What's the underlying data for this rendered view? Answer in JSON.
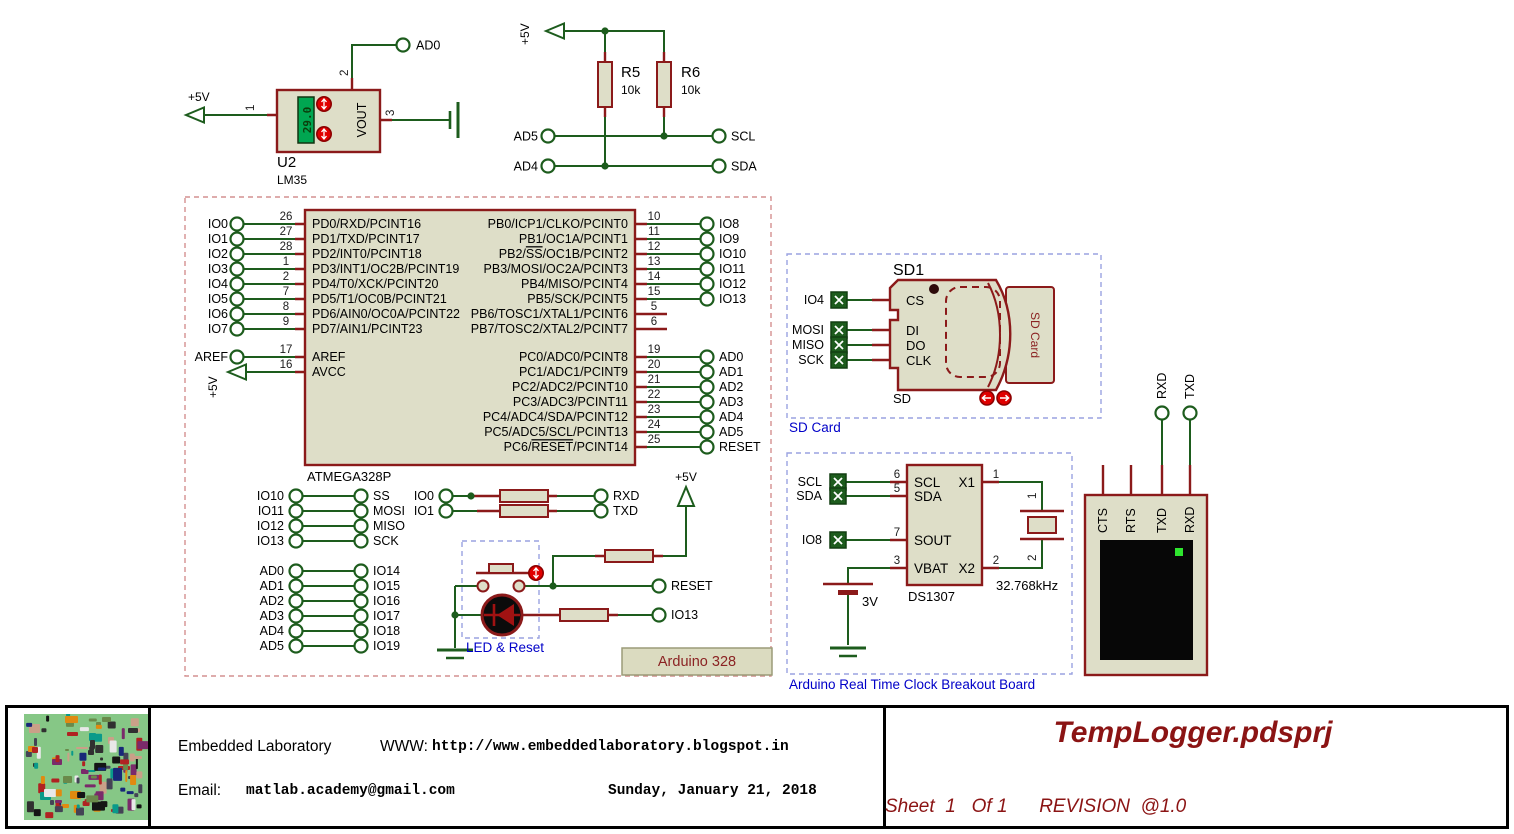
{
  "schematic": {
    "lm35": {
      "ref": "U2",
      "part": "LM35",
      "reading": "29.0",
      "rail": "+5V",
      "net_out": "AD0",
      "pin1": "1",
      "pin2": "2",
      "pin3": "3",
      "vout": "VOUT"
    },
    "pullups": {
      "rail": "+5V",
      "r5_ref": "R5",
      "r5_val": "10k",
      "r6_ref": "R6",
      "r6_val": "10k",
      "ad5": "AD5",
      "ad4": "AD4",
      "scl": "SCL",
      "sda": "SDA"
    },
    "mcu": {
      "name": "ATMEGA328P",
      "section_label": "Arduino 328",
      "aref": {
        "net": "AREF",
        "num": "17",
        "name": "AREF"
      },
      "avcc": {
        "rail": "+5V",
        "num": "16",
        "name": "AVCC"
      },
      "left": [
        {
          "net": "IO0",
          "num": "26",
          "name": "PD0/RXD/PCINT16"
        },
        {
          "net": "IO1",
          "num": "27",
          "name": "PD1/TXD/PCINT17"
        },
        {
          "net": "IO2",
          "num": "28",
          "name": "PD2/INT0/PCINT18"
        },
        {
          "net": "IO3",
          "num": "1",
          "name": "PD3/INT1/OC2B/PCINT19"
        },
        {
          "net": "IO4",
          "num": "2",
          "name": "PD4/T0/XCK/PCINT20"
        },
        {
          "net": "IO5",
          "num": "7",
          "name": "PD5/T1/OC0B/PCINT21"
        },
        {
          "net": "IO6",
          "num": "8",
          "name": "PD6/AIN0/OC0A/PCINT22"
        },
        {
          "net": "IO7",
          "num": "9",
          "name": "PD7/AIN1/PCINT23"
        }
      ],
      "right": [
        {
          "num": "10",
          "name": "PB0/ICP1/CLKO/PCINT0",
          "net": "IO8"
        },
        {
          "num": "11",
          "name": "PB1/OC1A/PCINT1",
          "net": "IO9"
        },
        {
          "num": "12",
          "pre": "PB2/",
          "ov": "SS",
          "post": "/OC1B/PCINT2",
          "net": "IO10"
        },
        {
          "num": "13",
          "name": "PB3/MOSI/OC2A/PCINT3",
          "net": "IO11"
        },
        {
          "num": "14",
          "name": "PB4/MISO/PCINT4",
          "net": "IO12"
        },
        {
          "num": "15",
          "name": "PB5/SCK/PCINT5",
          "net": "IO13"
        },
        {
          "num": "5",
          "name": "PB6/TOSC1/XTAL1/PCINT6",
          "net": ""
        },
        {
          "num": "6",
          "name": "PB7/TOSC2/XTAL2/PCINT7",
          "net": ""
        },
        {
          "num": "19",
          "name": "PC0/ADC0/PCINT8",
          "net": "AD0"
        },
        {
          "num": "20",
          "name": "PC1/ADC1/PCINT9",
          "net": "AD1"
        },
        {
          "num": "21",
          "name": "PC2/ADC2/PCINT10",
          "net": "AD2"
        },
        {
          "num": "22",
          "name": "PC3/ADC3/PCINT11",
          "net": "AD3"
        },
        {
          "num": "23",
          "name": "PC4/ADC4/SDA/PCINT12",
          "net": "AD4"
        },
        {
          "num": "24",
          "name": "PC5/ADC5/SCL/PCINT13",
          "net": "AD5"
        },
        {
          "num": "25",
          "pre": "PC6/",
          "ov": "RESET",
          "post": "/PCINT14",
          "net": "RESET"
        }
      ]
    },
    "headers": {
      "spi": [
        [
          "IO10",
          "SS"
        ],
        [
          "IO11",
          "MOSI"
        ],
        [
          "IO12",
          "MISO"
        ],
        [
          "IO13",
          "SCK"
        ]
      ],
      "analog": [
        [
          "AD0",
          "IO14"
        ],
        [
          "AD1",
          "IO15"
        ],
        [
          "AD2",
          "IO16"
        ],
        [
          "AD3",
          "IO17"
        ],
        [
          "AD4",
          "IO18"
        ],
        [
          "AD5",
          "IO19"
        ]
      ]
    },
    "serial_link": {
      "io0": "IO0",
      "io1": "IO1",
      "rxd": "RXD",
      "txd": "TXD"
    },
    "led_reset": {
      "caption": "LED & Reset",
      "rail": "+5V",
      "reset": "RESET",
      "io13": "IO13"
    },
    "sd": {
      "ref": "SD1",
      "caption": "SD Card",
      "card_text": "SD Card",
      "sub_label": "SD",
      "pins": [
        "CS",
        "DI",
        "DO",
        "CLK"
      ],
      "nets": [
        "IO4",
        "MOSI",
        "MISO",
        "SCK"
      ]
    },
    "rtc": {
      "part": "DS1307",
      "caption": "Arduino Real Time Clock Breakout Board",
      "battery": "3V",
      "crystal_freq": "32.768kHz",
      "xp1": "1",
      "xp2": "2",
      "scl": {
        "num": "6",
        "name": "SCL",
        "net": "SCL"
      },
      "sda": {
        "num": "5",
        "name": "SDA",
        "net": "SDA"
      },
      "sout": {
        "num": "7",
        "name": "SOUT",
        "net": "IO8"
      },
      "vbat": {
        "num": "3",
        "name": "VBAT"
      },
      "x1": {
        "num": "1",
        "name": "X1"
      },
      "x2": {
        "num": "2",
        "name": "X2"
      }
    },
    "terminal": {
      "rxd_top": "RXD",
      "txd_top": "TXD",
      "pins": [
        "CTS",
        "RTS",
        "TXD",
        "RXD"
      ]
    }
  },
  "titleblock": {
    "company": "Embedded Laboratory",
    "www_label": "WWW:",
    "url": "http://www.embeddedlaboratory.blogspot.in",
    "email_label": "Email:",
    "email": "matlab.academy@gmail.com",
    "date": "Sunday, January 21, 2018",
    "title": "TempLogger.pdsprj",
    "sheet_info": "Sheet  1   Of 1      REVISION  @1.0"
  },
  "colors": {
    "wire_green": "#1d5c1d",
    "pin_red": "#8b1a1a",
    "component_fill": "#dedec8",
    "component_outline": "#8b1a1a",
    "annotation_blue": "#0000c8",
    "title_red": "#8b1414",
    "actuator_red": "#e00000",
    "display_green": "#00a651"
  }
}
